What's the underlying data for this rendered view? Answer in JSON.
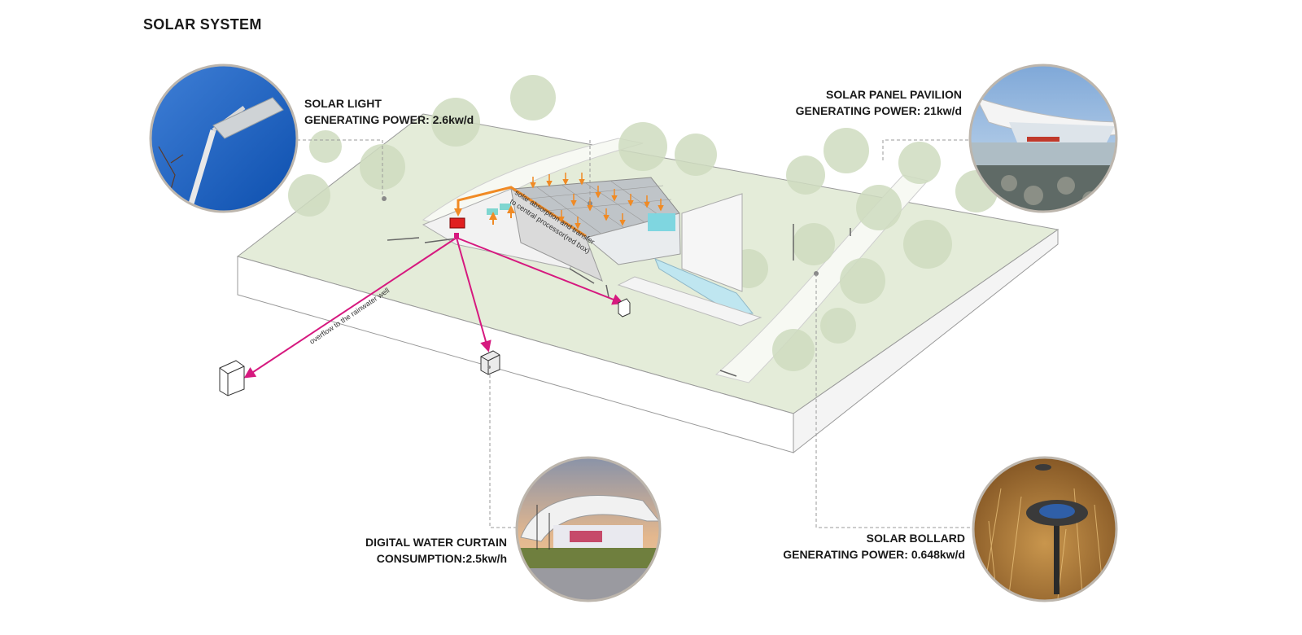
{
  "title": "SOLAR SYSTEM",
  "callouts": {
    "solar_light": {
      "name": "SOLAR LIGHT",
      "value": "GENERATING POWER: 2.6kw/d"
    },
    "pavilion": {
      "name": "SOLAR PANEL PAVILION",
      "value": "GENERATING POWER: 21kw/d"
    },
    "water_curtain": {
      "name": "DIGITAL WATER CURTAIN",
      "value": "CONSUMPTION:2.5kw/h"
    },
    "bollard": {
      "name": "SOLAR BOLLARD",
      "value": "GENERATING POWER: 0.648kw/d"
    }
  },
  "annotations": {
    "absorption_line1": "solar absorption and transfer",
    "absorption_line2": "to central processor(red box)",
    "overflow": "overflow to the rainwater well"
  },
  "colors": {
    "flow_arrow": "#d6197f",
    "sun_arrow": "#f08a24",
    "processor": "#e02020",
    "ground": "#e4ecd9",
    "tree": "#cfdcc0",
    "frame": "#bdb6ad"
  }
}
